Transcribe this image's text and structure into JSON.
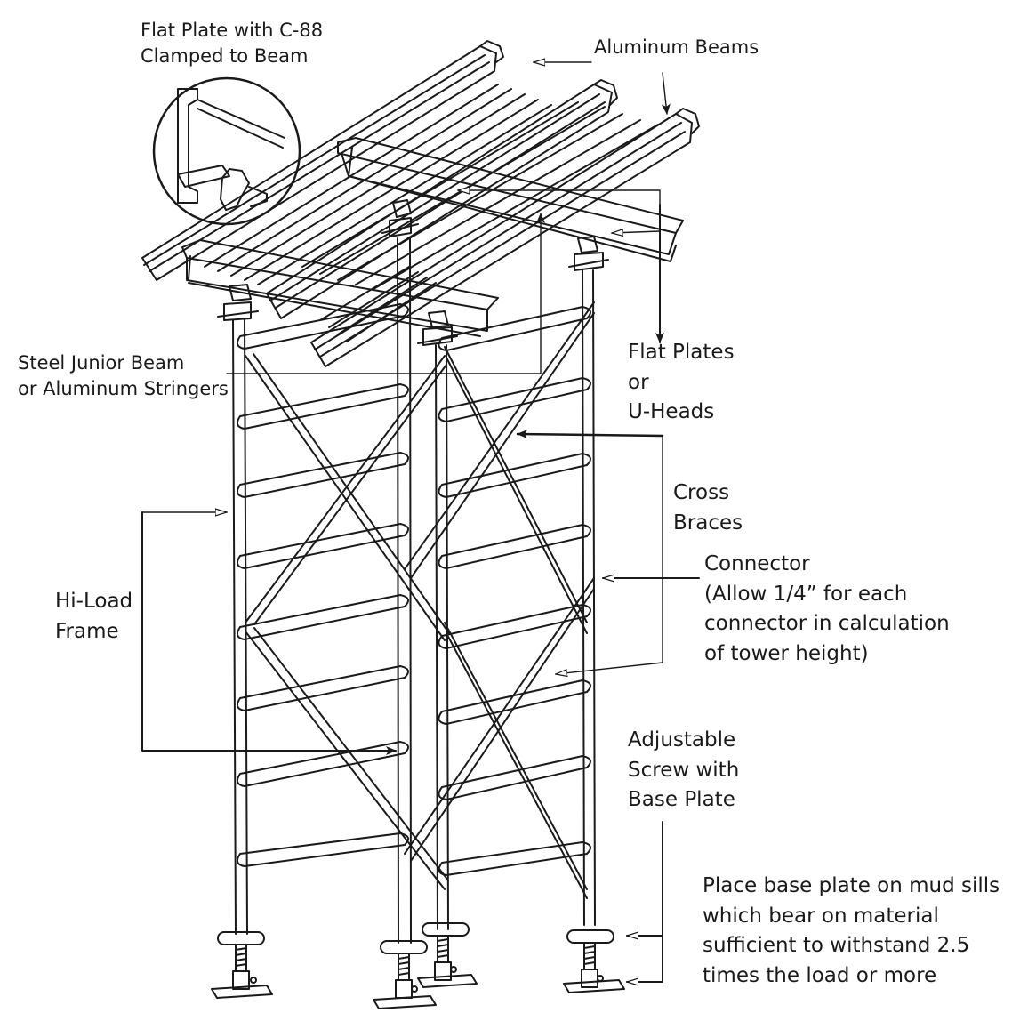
{
  "colors": {
    "ink": "#1a1a1a",
    "background": "#ffffff"
  },
  "labels": {
    "flat_plate_detail": [
      "Flat Plate with C-88",
      "Clamped to Beam"
    ],
    "aluminum_beams": "Aluminum Beams",
    "steel_junior_beam": [
      "Steel Junior Beam",
      "or Aluminum Stringers"
    ],
    "flat_plates": [
      "Flat Plates",
      "or",
      "U-Heads"
    ],
    "cross_braces": [
      "Cross",
      "Braces"
    ],
    "connector": [
      "Connector",
      "(Allow 1/4” for each",
      "connector in calculation",
      "of tower height)"
    ],
    "hi_load_frame": [
      "Hi-Load",
      "Frame"
    ],
    "adjustable_screw": [
      "Adjustable",
      "Screw with",
      "Base Plate"
    ],
    "base_plate_note": [
      "Place base plate on mud sills",
      "which bear on material",
      "sufficient to withstand 2.5",
      "times the load or more"
    ]
  }
}
